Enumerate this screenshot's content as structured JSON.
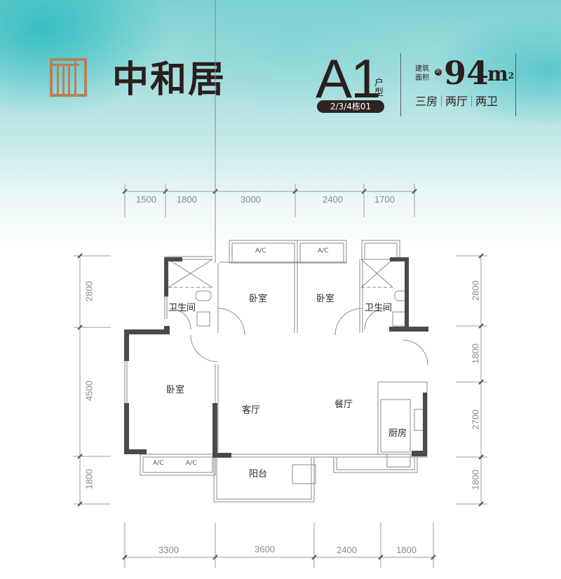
{
  "brand": {
    "name": "中和居",
    "logo_icon": "lattice-window-logo",
    "logo_color": "#b8805a"
  },
  "unit": {
    "code": "A1",
    "suffix": "户型",
    "buildings": "2/3/4栋01"
  },
  "area": {
    "label_line1": "建筑",
    "label_line2": "面积",
    "approx_badge": "约",
    "value": "94",
    "unit": "m",
    "unit_sup": "2"
  },
  "layout": {
    "items": [
      "三房",
      "两厅",
      "两卫"
    ]
  },
  "dimensions": {
    "top": [
      "1500",
      "1800",
      "3000",
      "2400",
      "1700"
    ],
    "bottom": [
      "3300",
      "3600",
      "2400",
      "1800"
    ],
    "left": [
      "2800",
      "4500",
      "1800"
    ],
    "right": [
      "2800",
      "1800",
      "2700",
      "1800"
    ]
  },
  "rooms": {
    "bedroom_top_left": "卧室",
    "bedroom_top_right": "卧室",
    "bedroom_left": "卧室",
    "bathroom_left": "卫生间",
    "bathroom_right": "卫生间",
    "living_room": "客厅",
    "dining_room": "餐厅",
    "kitchen": "厨房",
    "balcony": "阳台"
  },
  "ac_units": [
    "A/C",
    "A/C",
    "A/C",
    "A/C"
  ],
  "colors": {
    "header_teal": "#7fd2d2",
    "wall_dark": "#4a4a4a",
    "text_dark": "#2a1e1c",
    "dim_gray": "#8a8a8a"
  }
}
